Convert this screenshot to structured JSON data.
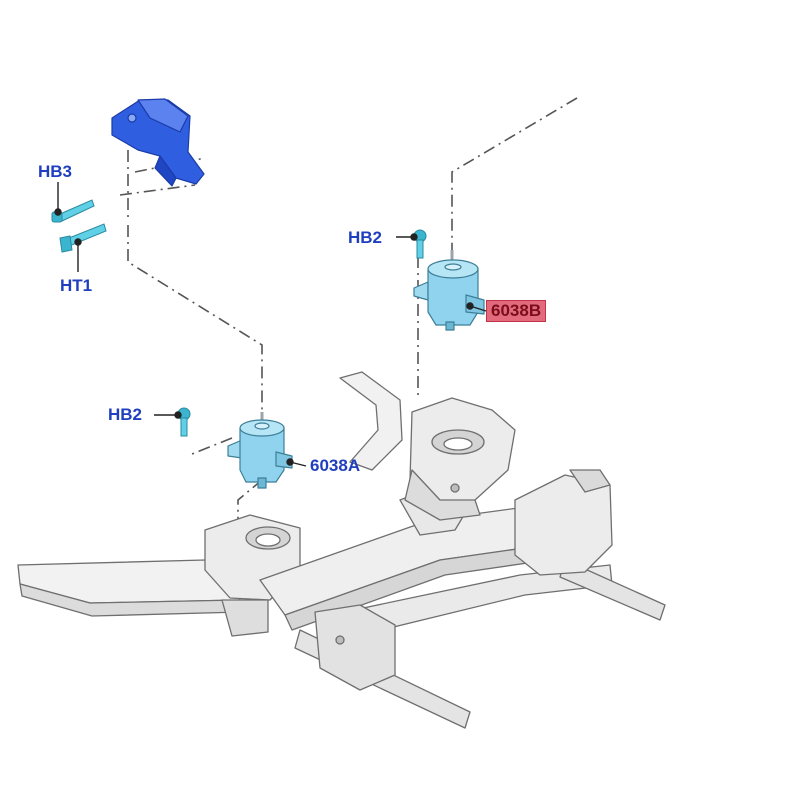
{
  "callouts": {
    "hb3": "HB3",
    "ht1": "HT1",
    "hb2_upper": "HB2",
    "hb2_lower": "HB2",
    "mount_a": "6038A",
    "mount_b": "6038B"
  },
  "colors": {
    "callout_text": "#1f3fbf",
    "highlight_fill": "#e26a7c",
    "highlight_text": "#7a0d1a",
    "bracket_blue": "#2f5fe0",
    "mount_cyan": "#8fd3ee",
    "fastener_cyan": "#5fd0e6",
    "subframe_gray": "#ececec",
    "outline": "#6f6f6f"
  }
}
